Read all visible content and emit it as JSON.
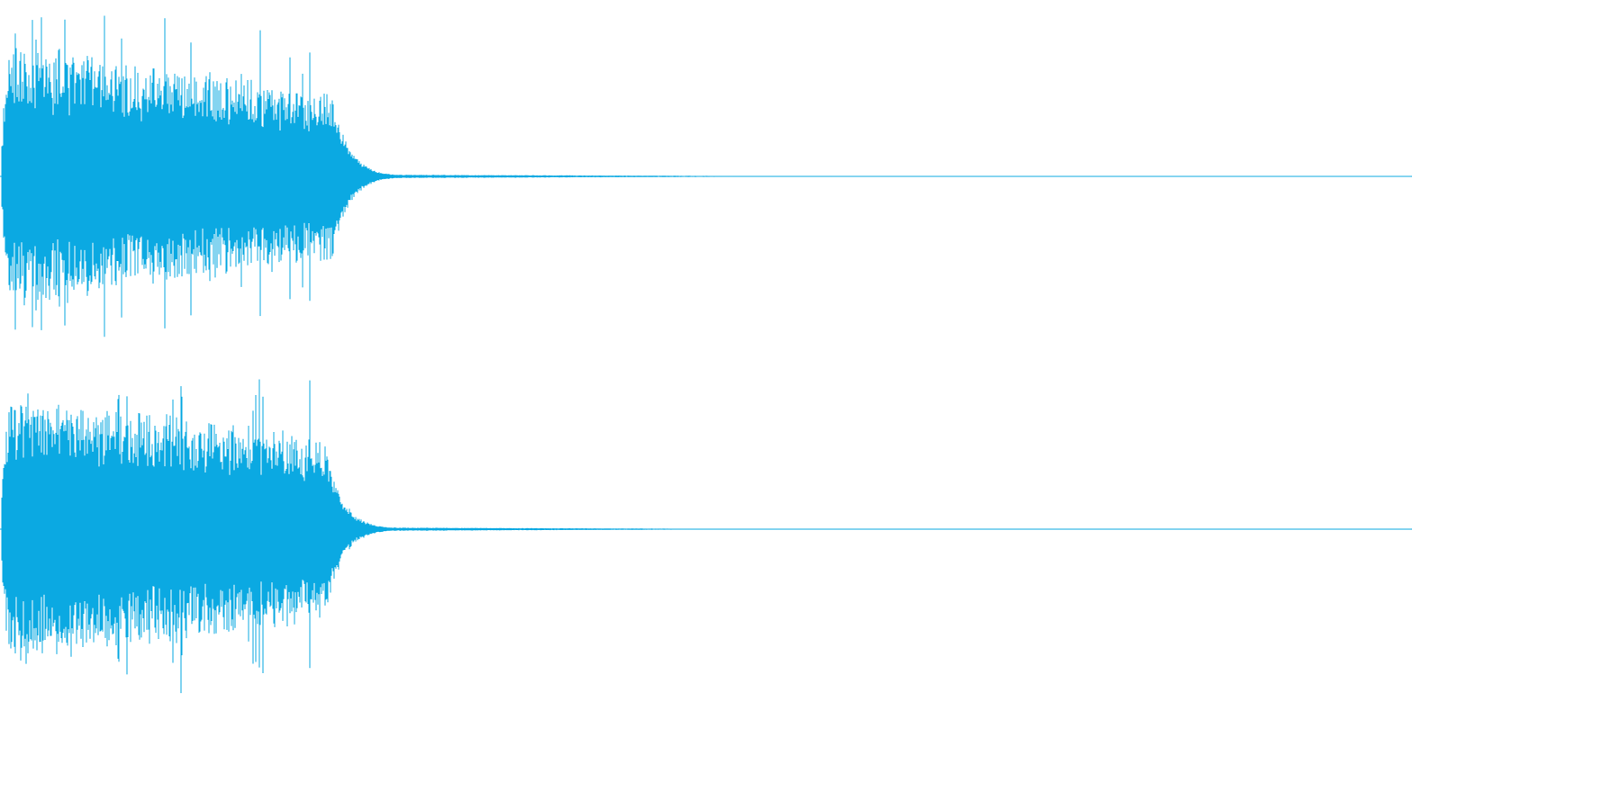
{
  "waveform": {
    "color": "#0ba9e2",
    "background": "#ffffff",
    "channel_count": 2,
    "channels": [
      {
        "name": "",
        "attack_peak_fraction": 0.97,
        "sustain_level_fraction": 0.5,
        "decay_start_fraction": 0.235,
        "tail_end_fraction": 0.6
      },
      {
        "name": "",
        "attack_peak_fraction": 0.97,
        "sustain_level_fraction": 0.55,
        "decay_start_fraction": 0.23,
        "tail_end_fraction": 0.56
      }
    ]
  }
}
